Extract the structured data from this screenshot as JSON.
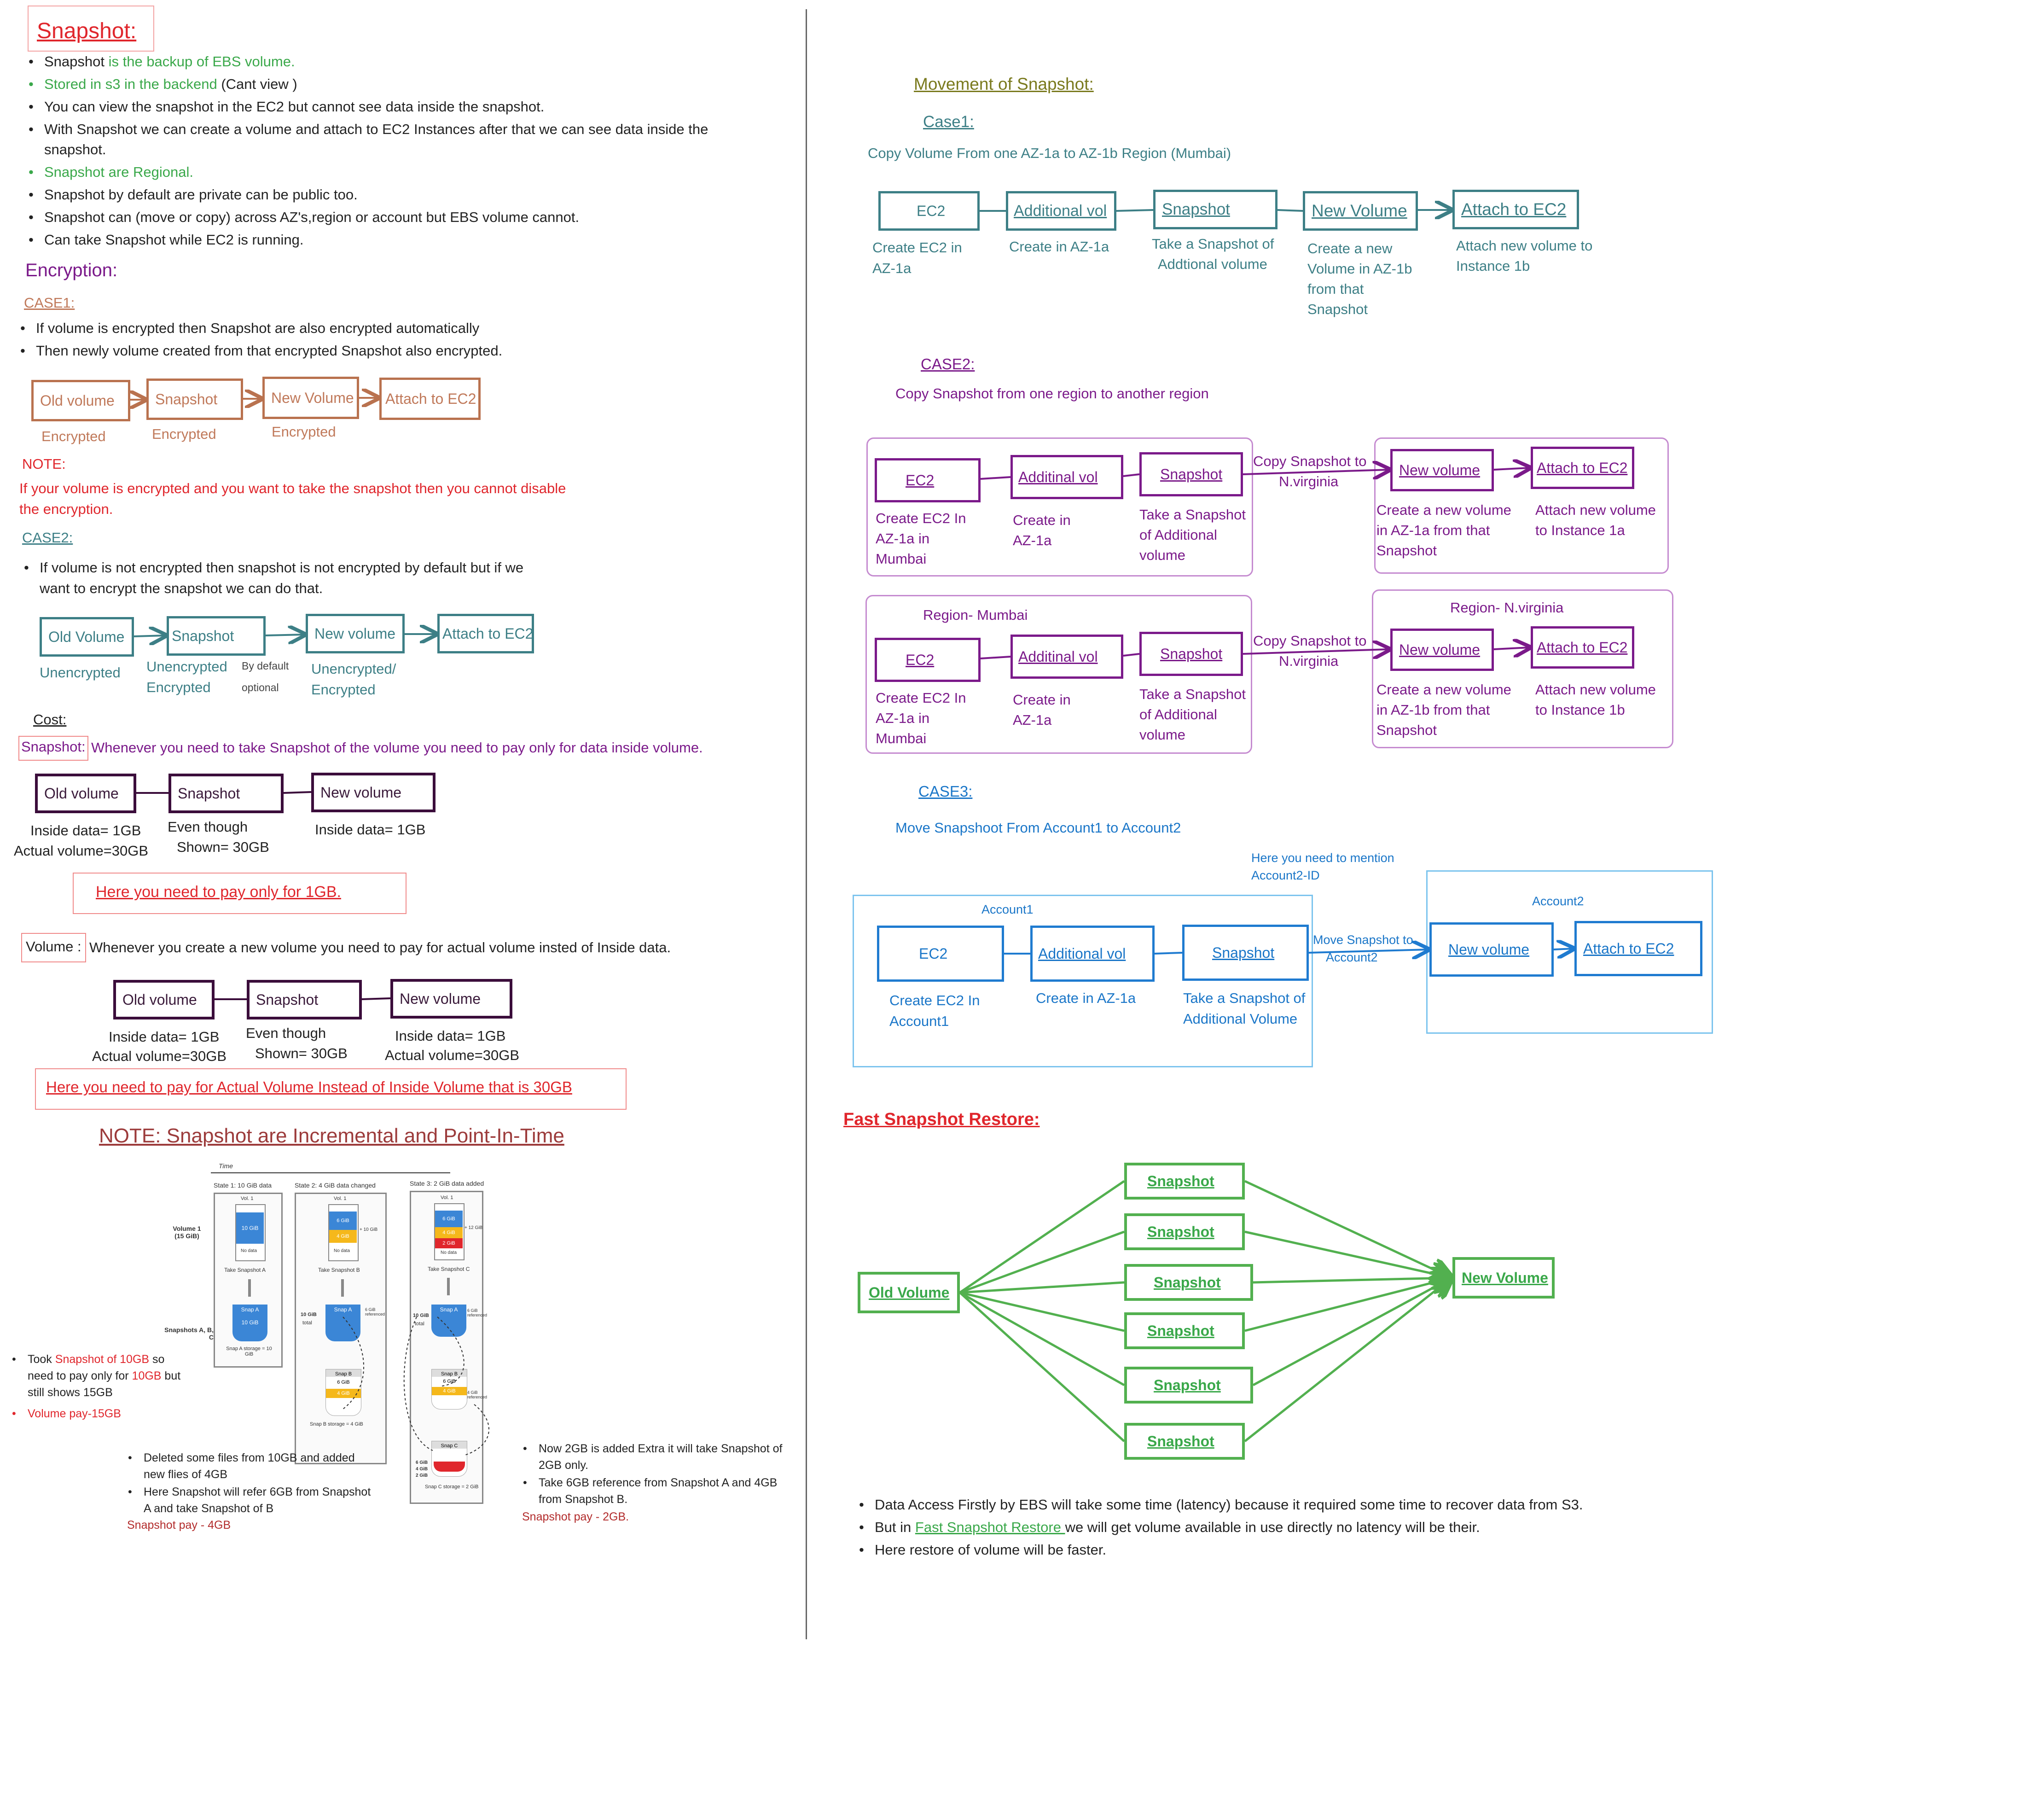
{
  "left": {
    "title": "Snapshot:",
    "bullets": [
      {
        "pre": "Snapshot",
        "green": " is the backup of EBS volume.",
        "post": ""
      },
      {
        "pre": "",
        "green": "Stored in s3 in the backend",
        "post": " (Cant view )"
      },
      {
        "pre": "You can view the snapshot in the EC2 but cannot see data inside the snapshot.",
        "green": "",
        "post": ""
      },
      {
        "pre": "With Snapshot we can create a volume and attach to EC2 Instances after that we can see data inside the",
        "green": "",
        "post": ""
      },
      {
        "pre": "snapshot.",
        "green": "",
        "post": ""
      },
      {
        "pre": "",
        "green": "Snapshot are Regional.",
        "post": ""
      },
      {
        "pre": "Snapshot by default are private can be public too.",
        "green": "",
        "post": ""
      },
      {
        "pre": "Snapshot can (move or copy) across AZ's,region or account but EBS volume cannot.",
        "green": "",
        "post": ""
      },
      {
        "pre": "Can take Snapshot while EC2 is running.",
        "green": "",
        "post": ""
      }
    ],
    "encryption_title": "Encryption:",
    "case1_label": "CASE1:",
    "case1_bullets": [
      "If volume is encrypted then Snapshot are also encrypted automatically",
      "Then newly volume created from that encrypted Snapshot also encrypted."
    ],
    "case1_boxes": [
      "Old volume",
      "Snapshot",
      "New Volume",
      "Attach to EC2"
    ],
    "case1_captions": [
      "Encrypted",
      "Encrypted",
      "Encrypted"
    ],
    "note_label": "NOTE:",
    "note_lines": [
      "If your volume is encrypted and you want to take the snapshot then you cannot disable",
      "the encryption."
    ],
    "case2_label": "CASE2:",
    "case2_lines": [
      "If volume is not encrypted then snapshot is not encrypted by default but if we",
      "want to encrypt the snapshot we can do that."
    ],
    "case2_boxes": [
      "Old Volume",
      "Snapshot",
      "New volume",
      "Attach to EC2"
    ],
    "case2_captions": [
      "Unencrypted",
      "Unencrypted",
      "Encrypted",
      "By default",
      "optional",
      "Unencrypted/",
      "Encrypted"
    ],
    "cost_label": "Cost:",
    "snap_tag": "Snapshot:",
    "snap_text": "Whenever you need to take Snapshot  of the volume   you need to pay only for data inside volume.",
    "cost1_boxes": [
      "Old volume",
      "Snapshot",
      "New volume"
    ],
    "cost1_captions": [
      "Inside data= 1GB",
      "Actual volume=30GB",
      "Even though",
      "Shown= 30GB",
      "Inside data= 1GB"
    ],
    "cost1_note": "Here you need to pay only for 1GB.",
    "vol_tag": "Volume :",
    "vol_text": "Whenever you create a   new   volume you need to pay for actual volume insted of Inside data.",
    "cost2_boxes": [
      "Old volume",
      "Snapshot",
      "New volume"
    ],
    "cost2_captions": [
      "Inside data= 1GB",
      "Actual volume=30GB",
      "Even though",
      "Shown= 30GB",
      "Inside data= 1GB",
      "Actual volume=30GB"
    ],
    "cost2_note": "Here you need to pay for Actual Volume Instead of Inside Volume that is 30GB",
    "incr_title": "NOTE: Snapshot are Incremental and Point-In-Time",
    "fig": {
      "time": "Time",
      "state1": "State 1: 10 GiB data",
      "state2": "State 2: 4 GiB data changed",
      "state3": "State 3: 2 GiB data added",
      "vol1": "Vol. 1",
      "volume_label": "Volume 1 (15 GiB)",
      "snapshots_label": "Snapshots A, B, C",
      "g10": "10 GiB",
      "g6": "6 GiB",
      "g4": "4 GiB",
      "g2": "2 GiB",
      "nodata": "No data",
      "take_a": "Take Snapshot A",
      "take_b": "Take Snapshot B",
      "take_c": "Take Snapshot C",
      "snap_a": "Snap A",
      "snap_b": "Snap B",
      "snap_c": "Snap C",
      "storage_a": "Snap A storage = 10 GiB",
      "storage_b": "Snap B storage = 4 GiB",
      "storage_c": "Snap C storage = 2 GiB",
      "plus10": "+ 10 GiB",
      "plus12": "+ 12 GiB",
      "total": "total",
      "ref6": "6 GiB referenced",
      "ref4": "4 GiB referenced"
    },
    "took_note": {
      "a": "Took ",
      "b": "Snapshot of 10GB",
      "c": " so",
      "d": "need to pay only for ",
      "e": "10GB",
      "f": " but",
      "g": "still shows 15GB"
    },
    "volume_pay": "Volume pay-15GB",
    "deleted_lines": [
      "Deleted some files from 10GB and added",
      "new flies of 4GB",
      "Here Snapshot will refer 6GB from Snapshot",
      "A and take Snapshot of B"
    ],
    "snapshot_pay_4": "Snapshot pay - 4GB",
    "now_lines": [
      "Now 2GB is added Extra it will take Snapshot of",
      "2GB only.",
      "Take 6GB reference from Snapshot A and 4GB",
      "from Snapshot B."
    ],
    "snapshot_pay_2": "Snapshot pay - 2GB."
  },
  "right": {
    "movement_title": "Movement of Snapshot:",
    "case1_label": "Case1:",
    "case1_desc": "Copy Volume From one AZ-1a to AZ-1b Region (Mumbai)",
    "case1_boxes": [
      "EC2",
      "Additional vol",
      "Snapshot",
      "New Volume",
      "Attach to EC2"
    ],
    "case1_captions": [
      [
        "Create EC2 in",
        "AZ-1a"
      ],
      [
        "Create in AZ-1a"
      ],
      [
        "Take a Snapshot of",
        "Addtional volume"
      ],
      [
        "Create a new",
        "Volume in AZ-1b",
        "from that",
        "Snapshot"
      ],
      [
        "Attach new volume to",
        "Instance 1b"
      ]
    ],
    "case2_label": "CASE2:",
    "case2_desc": "Copy Snapshot from one region to another region",
    "case2_boxes": [
      "EC2",
      "Additinal vol",
      "Snapshot",
      "New volume",
      "Attach to EC2"
    ],
    "case2_row1_captions": [
      [
        "Create EC2 In",
        "AZ-1a in",
        "Mumbai"
      ],
      [
        "Create in",
        "AZ-1a"
      ],
      [
        "Take a Snapshot",
        "of Additional",
        "volume"
      ],
      [
        "Create a new volume",
        "in AZ-1a from that",
        "Snapshot"
      ],
      [
        "Attach new volume",
        "to Instance 1a"
      ]
    ],
    "case2_copy_label": [
      "Copy Snapshot to",
      "N.virginia"
    ],
    "region_mumbai": "Region- Mumbai",
    "region_virginia": "Region- N.virginia",
    "case2_row2_captions": [
      [
        "Create EC2 In",
        "AZ-1a in",
        "Mumbai"
      ],
      [
        "Create in",
        "AZ-1a"
      ],
      [
        "Take a Snapshot",
        "of Additional",
        "volume"
      ],
      [
        "Create a new volume",
        "in AZ-1b from that",
        "Snapshot"
      ],
      [
        "Attach new volume",
        "to Instance 1b"
      ]
    ],
    "case3_label": "CASE3:",
    "case3_desc": "Move Snapshoot From Account1 to Account2",
    "mention_lines": [
      "Here you need to mention",
      "Account2-ID"
    ],
    "account1": "Account1",
    "account2": "Account2",
    "case3_boxes": [
      "EC2",
      "Additional vol",
      "Snapshot",
      "New volume",
      "Attach to EC2"
    ],
    "case3_captions": [
      [
        "Create EC2 In",
        "Account1"
      ],
      [
        "Create in AZ-1a"
      ],
      [
        "Take a Snapshot of",
        "Additional Volume"
      ]
    ],
    "move_label": [
      "Move Snapshot to",
      "Account2"
    ],
    "fsr_title": "Fast Snapshot Restore:",
    "fsr_old": "Old Volume",
    "fsr_new": "New Volume",
    "fsr_snapshots": [
      "Snapshot",
      "Snapshot",
      "Snapshot",
      "Snapshot",
      "Snapshot",
      "Snapshot"
    ],
    "fsr_bullets": [
      {
        "pre": "Data Access Firstly by EBS will take some time (latency) because it required some time to recover data from S3.",
        "link": "",
        "post": ""
      },
      {
        "pre": "But in ",
        "link": "Fast Snapshot Restore ",
        "post": "we will get volume available in use directly no latency will be their."
      },
      {
        "pre": "Here restore of volume will be faster.",
        "link": "",
        "post": ""
      }
    ]
  },
  "colors": {
    "red": "#e0262c",
    "green": "#3aa84a",
    "brown": "#b9724f",
    "teal": "#3d7f86",
    "purple": "#7b1a8a",
    "blue": "#1f7bd0",
    "olive": "#7a7a1e"
  }
}
